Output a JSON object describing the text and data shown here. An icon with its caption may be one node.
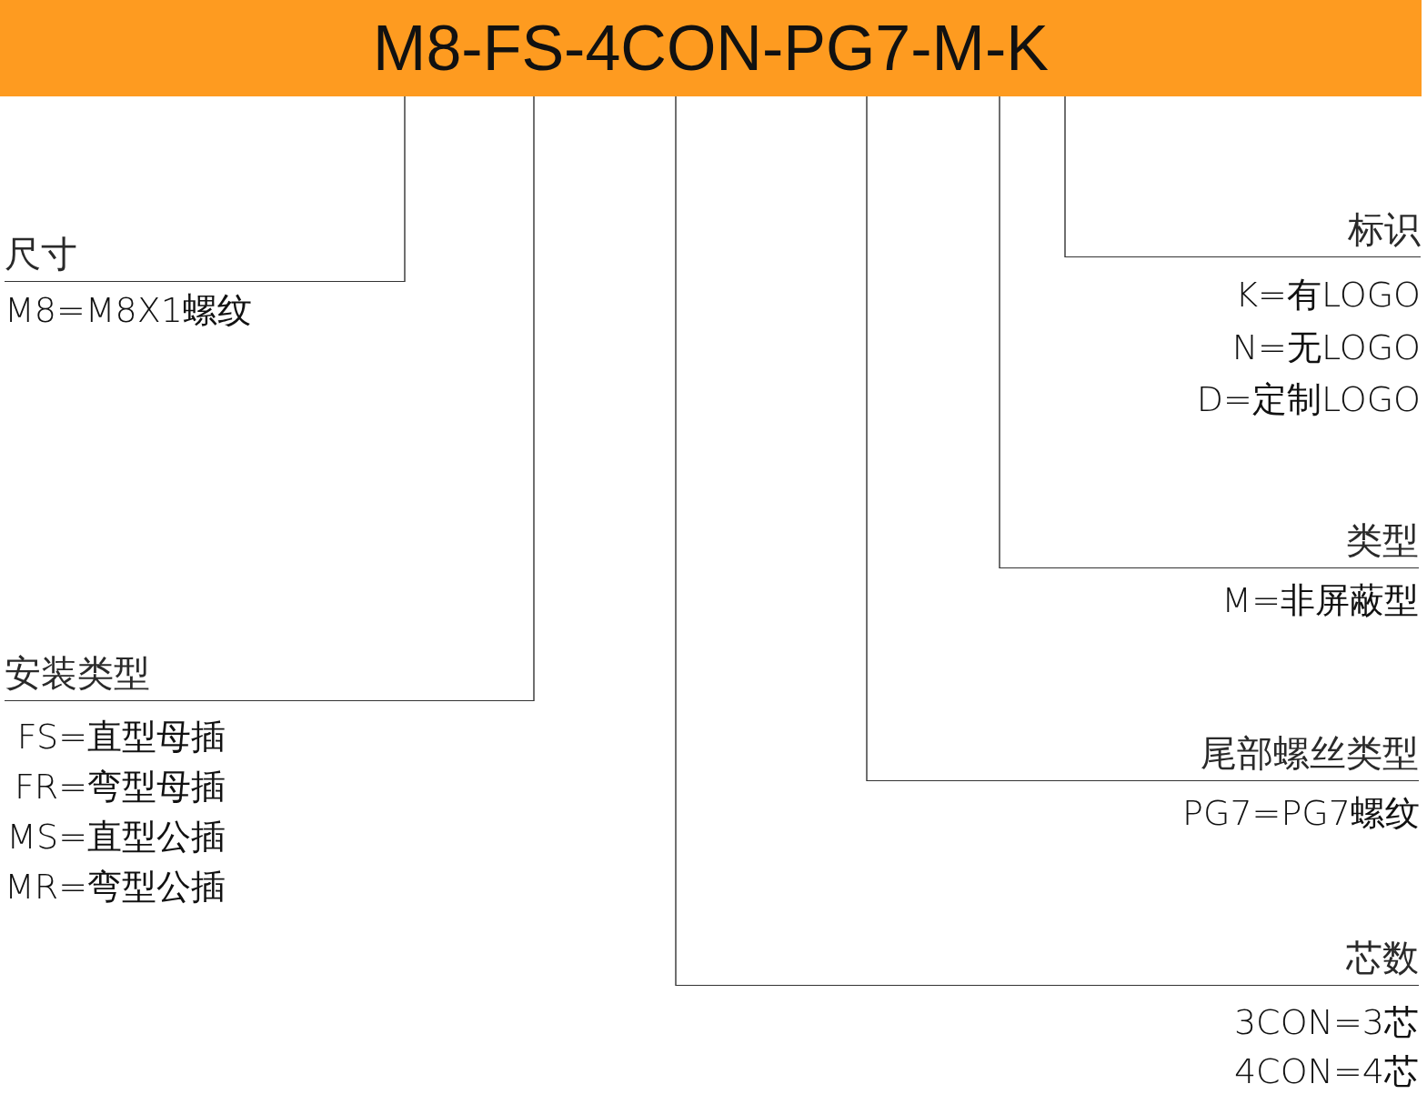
{
  "diagram": {
    "nodes": [
      {
        "text": [
          "M8-FS-4CON-PG7-M-K"
        ]
      },
      {
        "text": [
          "尺寸"
        ],
        "beside": [
          "M8=M8X1螺纹"
        ]
      },
      {
        "text": [
          "安装类型"
        ],
        "beside": [
          "FS=直型母插",
          "FR=弯型母插",
          "MS=直型公插",
          "MR=弯型公插"
        ]
      },
      {
        "text": [
          "芯数"
        ],
        "beside": [
          "3CON=3芯",
          "4CON=4芯"
        ]
      },
      {
        "text": [
          "尾部螺丝类型"
        ],
        "beside": [
          "PG7=PG7螺纹"
        ]
      },
      {
        "text": [
          "类型"
        ],
        "beside": [
          "M=非屏蔽型"
        ]
      },
      {
        "text": [
          "标识"
        ],
        "beside": [
          "K=有LOGO",
          "N=无LOGO",
          "D=定制LOGO"
        ]
      }
    ],
    "edges": [
      {
        "from": 0,
        "to": 1,
        "arrow": "none"
      },
      {
        "from": 0,
        "to": 2,
        "arrow": "none"
      },
      {
        "from": 0,
        "to": 3,
        "arrow": "none"
      },
      {
        "from": 0,
        "to": 4,
        "arrow": "none"
      },
      {
        "from": 0,
        "to": 5,
        "arrow": "none"
      },
      {
        "from": 0,
        "to": 6,
        "arrow": "none"
      }
    ]
  }
}
